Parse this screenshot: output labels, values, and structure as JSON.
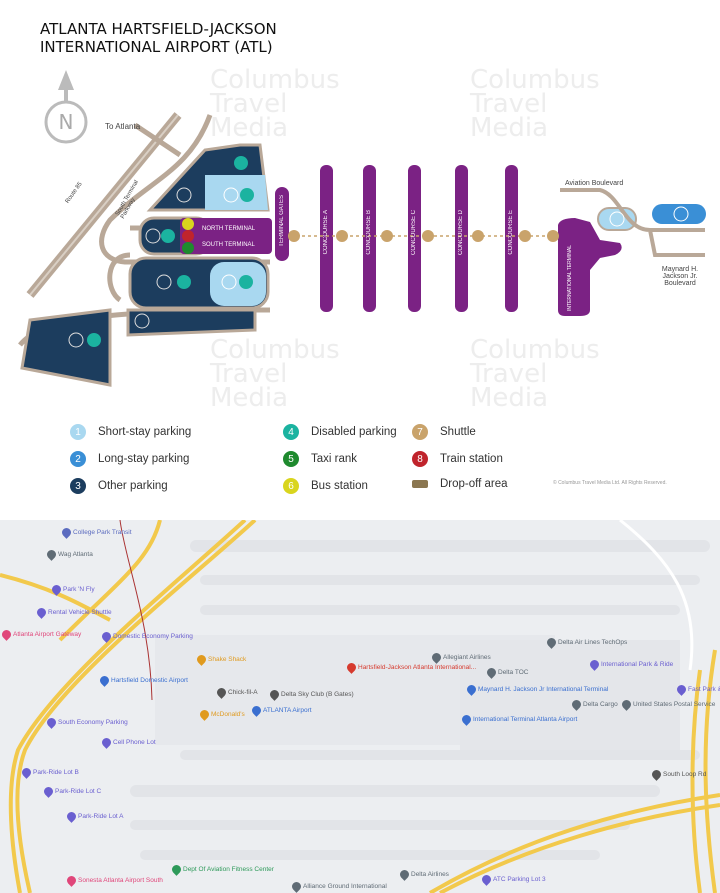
{
  "title": {
    "line1": "ATLANTA HARTSFIELD-JACKSON",
    "line2": "INTERNATIONAL AIRPORT (ATL)"
  },
  "watermark": [
    "Columbus",
    "Travel",
    "Media"
  ],
  "compass": "N",
  "roads": {
    "to_atlanta": "To Atlanta",
    "route85": "Route 85",
    "south_terminal_parkway": "South Terminal Parkway",
    "aviation_blvd": "Aviation Boulevard",
    "maynard": "Maynard H. Jackson Jr. Boulevard"
  },
  "terminals": {
    "north": "NORTH TERMINAL",
    "south": "SOUTH TERMINAL",
    "gates": "TERMINAL GATES",
    "concourses": [
      "CONCOURSE A",
      "CONCOURSE B",
      "CONCOURSE C",
      "CONCOURSE D",
      "CONCOURSE E"
    ],
    "international": "INTERNATIONAL TERMINAL"
  },
  "legend": [
    {
      "num": "1",
      "label": "Short-stay parking",
      "color": "#a9d8f0"
    },
    {
      "num": "2",
      "label": "Long-stay parking",
      "color": "#3a8fd6"
    },
    {
      "num": "3",
      "label": "Other parking",
      "color": "#1c3d5e"
    },
    {
      "num": "4",
      "label": "Disabled parking",
      "color": "#1bb3a0"
    },
    {
      "num": "5",
      "label": "Taxi rank",
      "color": "#1e8a2e"
    },
    {
      "num": "6",
      "label": "Bus station",
      "color": "#d9d51e"
    },
    {
      "num": "7",
      "label": "Shuttle",
      "color": "#c9a36b"
    },
    {
      "num": "8",
      "label": "Train station",
      "color": "#c0242c"
    },
    {
      "num": "",
      "label": "Drop-off area",
      "color": "#8a7650"
    }
  ],
  "copyright": "© Columbus Travel Media Ltd. All Rights Reserved.",
  "colors": {
    "terminal": "#7b2284",
    "road": "#b9a898",
    "navy": "#1c3d5e"
  },
  "gmap": {
    "pois": [
      {
        "label": "College Park Transit",
        "color": "#5b6bbf"
      },
      {
        "label": "Wag Atlanta",
        "color": "#5f6b75"
      },
      {
        "label": "Park 'N Fly",
        "color": "#6a5fd0"
      },
      {
        "label": "Rental Vehicle Shuttle",
        "color": "#6a5fd0"
      },
      {
        "label": "Atlanta Airport Gateway",
        "color": "#e0467a"
      },
      {
        "label": "Domestic Economy Parking",
        "color": "#6a5fd0"
      },
      {
        "label": "Shake Shack",
        "color": "#e09a1e"
      },
      {
        "label": "Hartsfield Domestic Airport",
        "color": "#3a6fd0"
      },
      {
        "label": "Chick-fil-A",
        "color": "#555"
      },
      {
        "label": "Delta Sky Club (B Gates)",
        "color": "#555"
      },
      {
        "label": "McDonald's",
        "color": "#e09a1e"
      },
      {
        "label": "ATLANTA Airport",
        "color": "#3a6fd0"
      },
      {
        "label": "South Economy Parking",
        "color": "#6a5fd0"
      },
      {
        "label": "Cell Phone Lot",
        "color": "#6a5fd0"
      },
      {
        "label": "Park-Ride Lot B",
        "color": "#6a5fd0"
      },
      {
        "label": "Park-Ride Lot C",
        "color": "#6a5fd0"
      },
      {
        "label": "Park-Ride Lot A",
        "color": "#6a5fd0"
      },
      {
        "label": "Dept Of Aviation Fitness Center",
        "color": "#2e9a5a"
      },
      {
        "label": "Sonesta Atlanta Airport South",
        "color": "#e0467a"
      },
      {
        "label": "Alliance Ground International",
        "color": "#5f6b75"
      },
      {
        "label": "Hartsfield-Jackson Atlanta International...",
        "color": "#d63a2e"
      },
      {
        "label": "Allegiant Airlines",
        "color": "#5f6b75"
      },
      {
        "label": "Delta TOC",
        "color": "#5f6b75"
      },
      {
        "label": "Delta Air Lines TechOps",
        "color": "#5f6b75"
      },
      {
        "label": "International Park & Ride",
        "color": "#6a5fd0"
      },
      {
        "label": "Maynard H. Jackson Jr International Terminal",
        "color": "#3a6fd0"
      },
      {
        "label": "International Terminal Atlanta Airport",
        "color": "#3a6fd0"
      },
      {
        "label": "Delta Cargo",
        "color": "#5f6b75"
      },
      {
        "label": "United States Postal Service",
        "color": "#5f6b75"
      },
      {
        "label": "Fast Park & Relax",
        "color": "#6a5fd0"
      },
      {
        "label": "Delta Airlines",
        "color": "#5f6b75"
      },
      {
        "label": "ATC Parking Lot 3",
        "color": "#6a5fd0"
      },
      {
        "label": "South Loop Rd",
        "color": "#555"
      }
    ]
  }
}
